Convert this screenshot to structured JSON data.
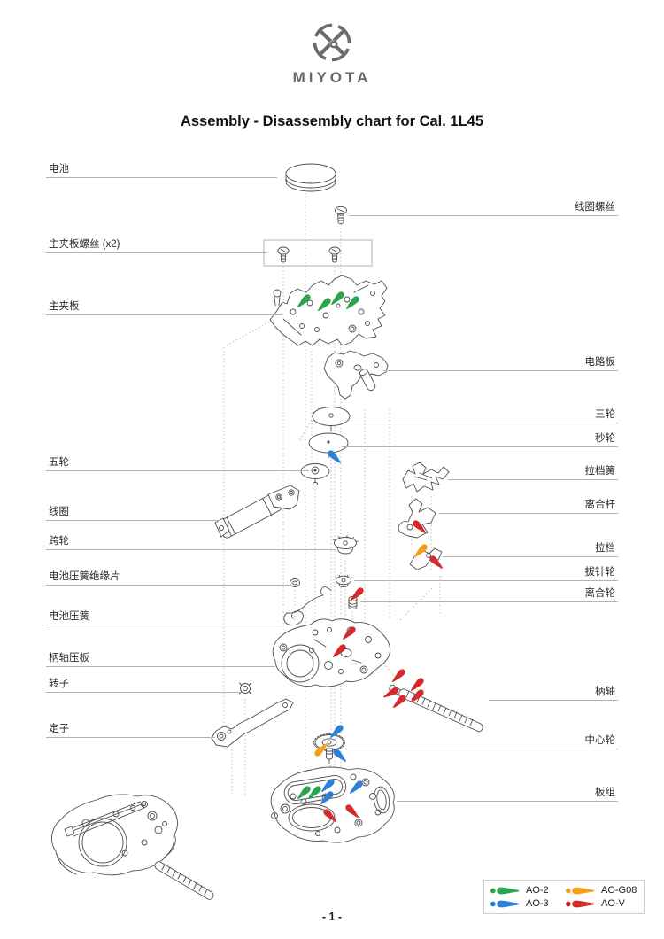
{
  "logo": {
    "brand": "MIYOTA"
  },
  "title": "Assembly - Disassembly chart for Cal. 1L45",
  "page_number": "- 1 -",
  "colors": {
    "green": "#2aa44e",
    "blue": "#2e7fd6",
    "orange": "#f5a01d",
    "red": "#d42a2c"
  },
  "labels": {
    "left": [
      {
        "text": "电池"
      },
      {
        "text": "主夹板螺丝 (x2)"
      },
      {
        "text": "主夹板"
      },
      {
        "text": "五轮"
      },
      {
        "text": "线圈"
      },
      {
        "text": "跨轮"
      },
      {
        "text": "电池压簧绝缘片"
      },
      {
        "text": "电池压簧"
      },
      {
        "text": "柄轴压板"
      },
      {
        "text": "转子"
      },
      {
        "text": "定子"
      }
    ],
    "right": [
      {
        "text": "线圈螺丝"
      },
      {
        "text": "电路板"
      },
      {
        "text": "三轮"
      },
      {
        "text": "秒轮"
      },
      {
        "text": "拉档簧"
      },
      {
        "text": "离合杆"
      },
      {
        "text": "拉档"
      },
      {
        "text": "拔针轮"
      },
      {
        "text": "离合轮"
      },
      {
        "text": "柄轴"
      },
      {
        "text": "中心轮"
      },
      {
        "text": "板组"
      }
    ]
  },
  "legend": {
    "items": [
      {
        "label": "AO-2",
        "color": "#2aa44e"
      },
      {
        "label": "AO-G08",
        "color": "#f5a01d"
      },
      {
        "label": "AO-3",
        "color": "#2e7fd6"
      },
      {
        "label": "AO-V",
        "color": "#d42a2c"
      }
    ]
  }
}
